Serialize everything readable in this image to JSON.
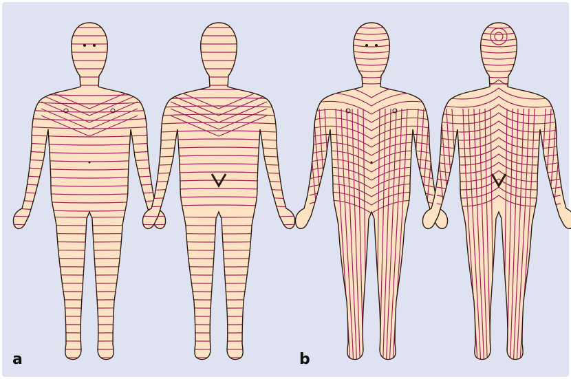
{
  "panels": [
    {
      "label": "a",
      "view": "front",
      "line_style": "bands"
    },
    {
      "label": "a",
      "view": "back",
      "line_style": "bands"
    },
    {
      "label": "b",
      "view": "front",
      "line_style": "flowing"
    },
    {
      "label": "b",
      "view": "back",
      "line_style": "flowing"
    }
  ],
  "labels": {
    "a": "a",
    "b": "b"
  },
  "colors": {
    "background": "#dfe3f1",
    "skin": "#fde3c3",
    "outline": "#2a1a10",
    "lines": "#9e1f5a"
  }
}
